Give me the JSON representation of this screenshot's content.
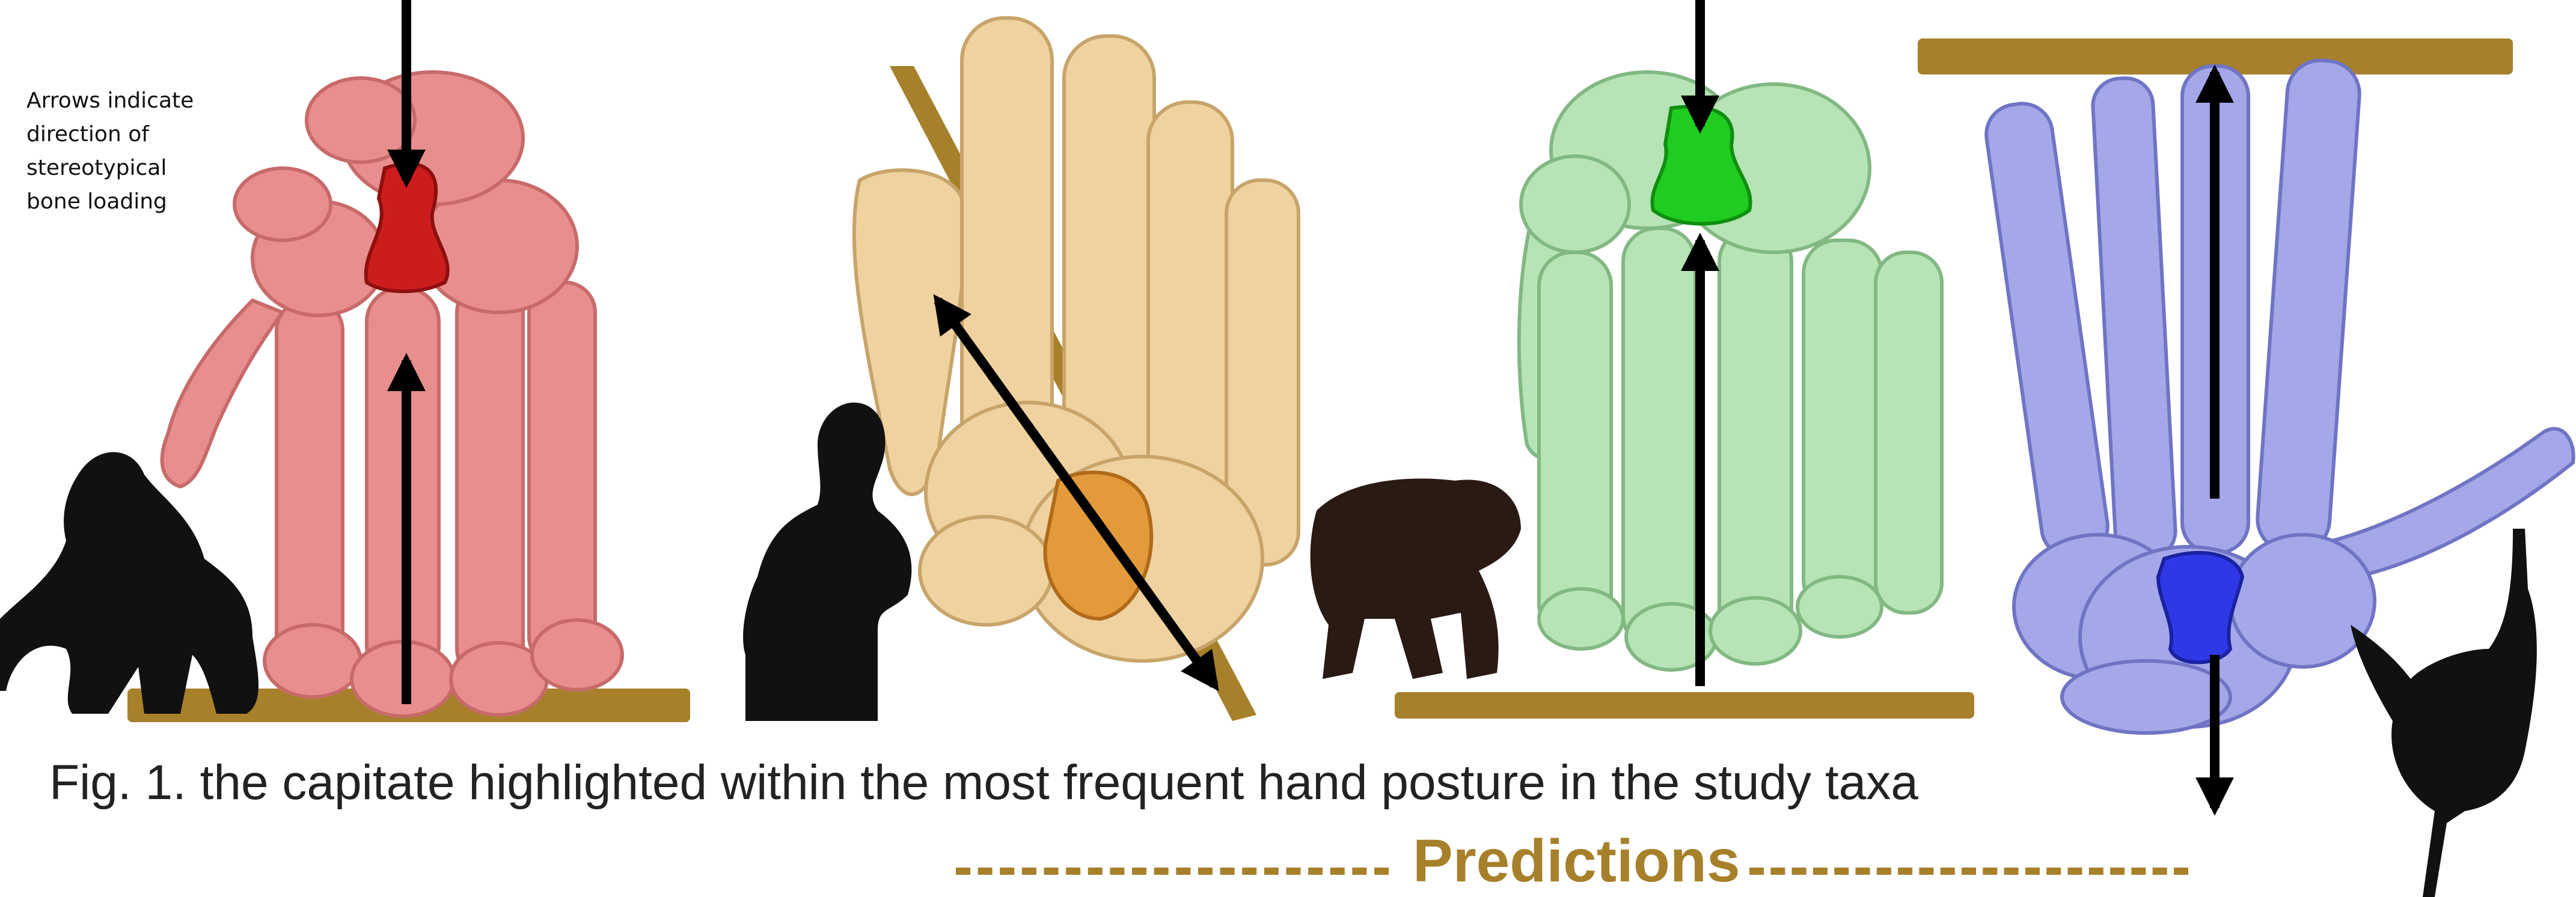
{
  "annotation": "Arrows indicate\ndirection of\nstereotypical\nbone loading",
  "caption": "Fig. 1. the capitate highlighted within the most frequent hand posture in the study taxa",
  "predictions_heading": "Predictions",
  "colors": {
    "gorilla_bone": "#e88e8e",
    "gorilla_capitate": "#cc1d1d",
    "human_bone": "#efd2a0",
    "human_capitate": "#e29a3a",
    "chimp_bone": "#b6e4b6",
    "chimp_capitate": "#1fcc1f",
    "orang_bone": "#a4a8e8",
    "orang_capitate": "#2f38e6",
    "surface": "#a6802a",
    "silhouette": "#111111",
    "chimp_silhouette": "#2a1a14"
  },
  "icons": [
    "gorilla-silhouette",
    "human-silhouette",
    "chimpanzee-silhouette",
    "orangutan-silhouette"
  ]
}
